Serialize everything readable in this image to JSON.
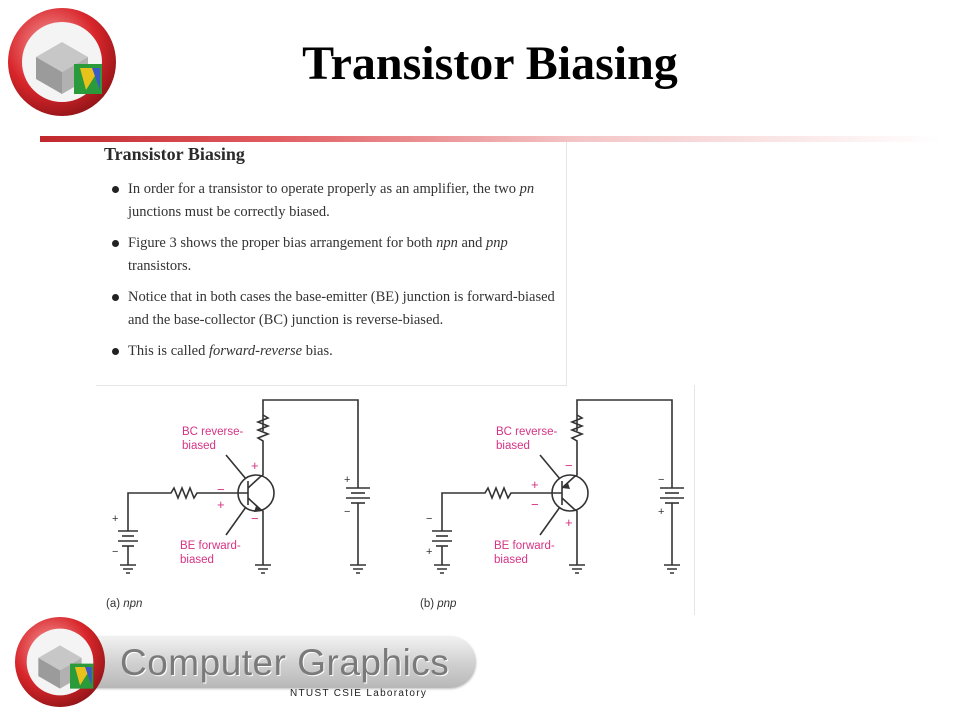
{
  "slide": {
    "title": "Transistor Biasing"
  },
  "panel": {
    "heading": "Transistor Biasing",
    "bullets": [
      {
        "before": "In order for a transistor to operate properly as an amplifier, the two ",
        "em": "pn",
        "after": " junctions must be correctly biased."
      },
      {
        "before": "Figure 3 shows the proper bias arrangement for both ",
        "em": "npn",
        "middle": " and ",
        "em2": "pnp",
        "after": " transistors."
      },
      {
        "before": "Notice that in both cases the base-emitter (BE) junction is forward-biased and the base-collector (BC) junction is reverse-biased.",
        "em": "",
        "after": ""
      },
      {
        "before": "This is called ",
        "em": "forward-reverse",
        "after": " bias."
      }
    ]
  },
  "figure": {
    "npn": {
      "bc_label_1": "BC reverse-",
      "bc_label_2": "biased",
      "be_label_1": "BE forward-",
      "be_label_2": "biased",
      "caption_prefix": "(a) ",
      "caption_em": "npn"
    },
    "pnp": {
      "bc_label_1": "BC reverse-",
      "bc_label_2": "biased",
      "be_label_1": "BE forward-",
      "be_label_2": "biased",
      "caption_prefix": "(b) ",
      "caption_em": "pnp"
    },
    "label_color": "#d63384"
  },
  "brand": {
    "name": "Computer Graphics",
    "subtitle": "NTUST CSIE Laboratory",
    "accent_red": "#c0282c"
  }
}
